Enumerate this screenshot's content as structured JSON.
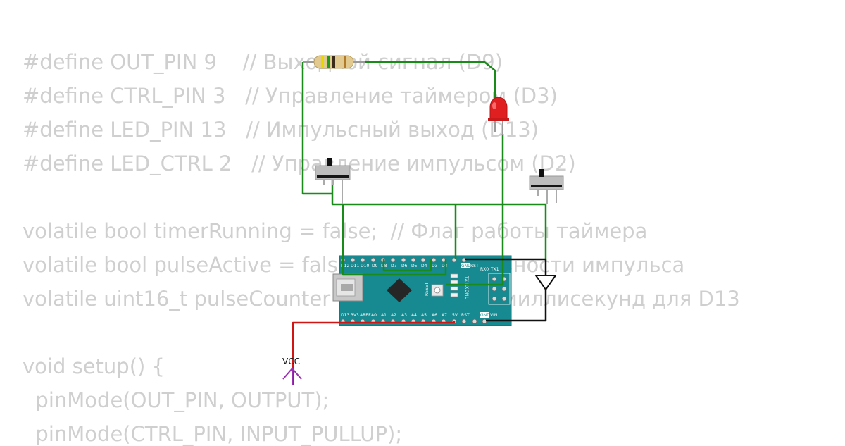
{
  "code": {
    "lines": [
      "#define OUT_PIN 9    // Выходной сигнал (D9)",
      "#define CTRL_PIN 3   // Управление таймером (D3)",
      "#define LED_PIN 13   // Импульсный выход (D13)",
      "#define LED_CTRL 2   // Управление импульсом (D2)",
      "",
      "volatile bool timerRunning = false;  // Флаг работы таймера",
      "volatile bool pulseActive = false;  // Флаг активности импульса",
      "volatile uint16_t pulseCounter = 0; // Счётчик миллисекунд для D13",
      "",
      "void setup() {",
      "  pinMode(OUT_PIN, OUTPUT);",
      "  pinMode(CTRL_PIN, INPUT_PULLUP);"
    ]
  },
  "board": {
    "top_pins": [
      "D12",
      "D11",
      "D10",
      "D9",
      "D8",
      "D7",
      "D6",
      "D5",
      "D4",
      "D3",
      "D2",
      "GND",
      "RST"
    ],
    "bottom_pins": [
      "D13",
      "3V3",
      "AREF",
      "A0",
      "A1",
      "A2",
      "A3",
      "A4",
      "A5",
      "A6",
      "A7",
      "5V",
      "RST",
      "GND",
      "VIN"
    ],
    "serial_labels": [
      "RX0",
      "TX1"
    ],
    "reset_label": "RESET",
    "led_labels": [
      "TX",
      "RX",
      "ON",
      "L"
    ]
  },
  "power": {
    "vcc_label": "VCC"
  },
  "colors": {
    "wire_green": "#1a8a1a",
    "wire_red": "#d01515",
    "wire_black": "#111111",
    "board_teal": "#178a91",
    "led_red": "#e02020",
    "vcc_purple": "#9a2fb0",
    "code_text": "#cfcfcf"
  }
}
